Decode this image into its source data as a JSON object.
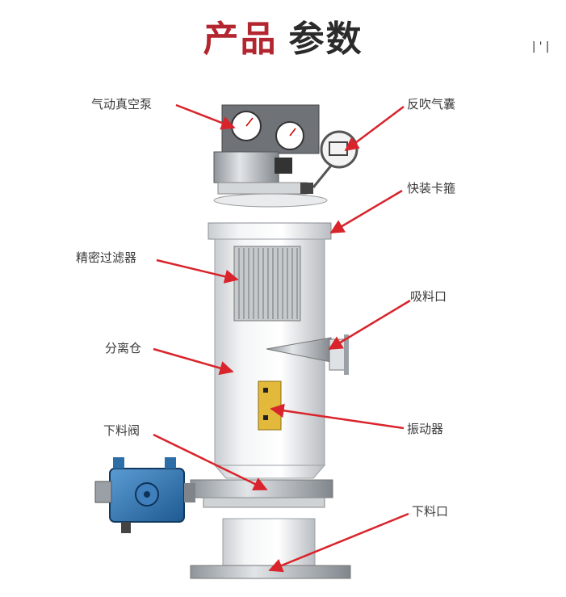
{
  "header": {
    "title_part1": "产品",
    "title_part2": "参数",
    "corner_mark": "|'|"
  },
  "colors": {
    "title_red": "#b3262f",
    "title_dark": "#2b2b2b",
    "arrow_red": "#d9242b",
    "valve_blue": "#2e6ea8"
  },
  "labels": {
    "vacuum_pump": "气动真空泵",
    "blowback_bag": "反吹气囊",
    "quick_clamp": "快装卡箍",
    "fine_filter": "精密过滤器",
    "suction_port": "吸料口",
    "separation_bin": "分离仓",
    "vibrator": "振动器",
    "discharge_valve": "下料阀",
    "discharge_port": "下料口"
  }
}
